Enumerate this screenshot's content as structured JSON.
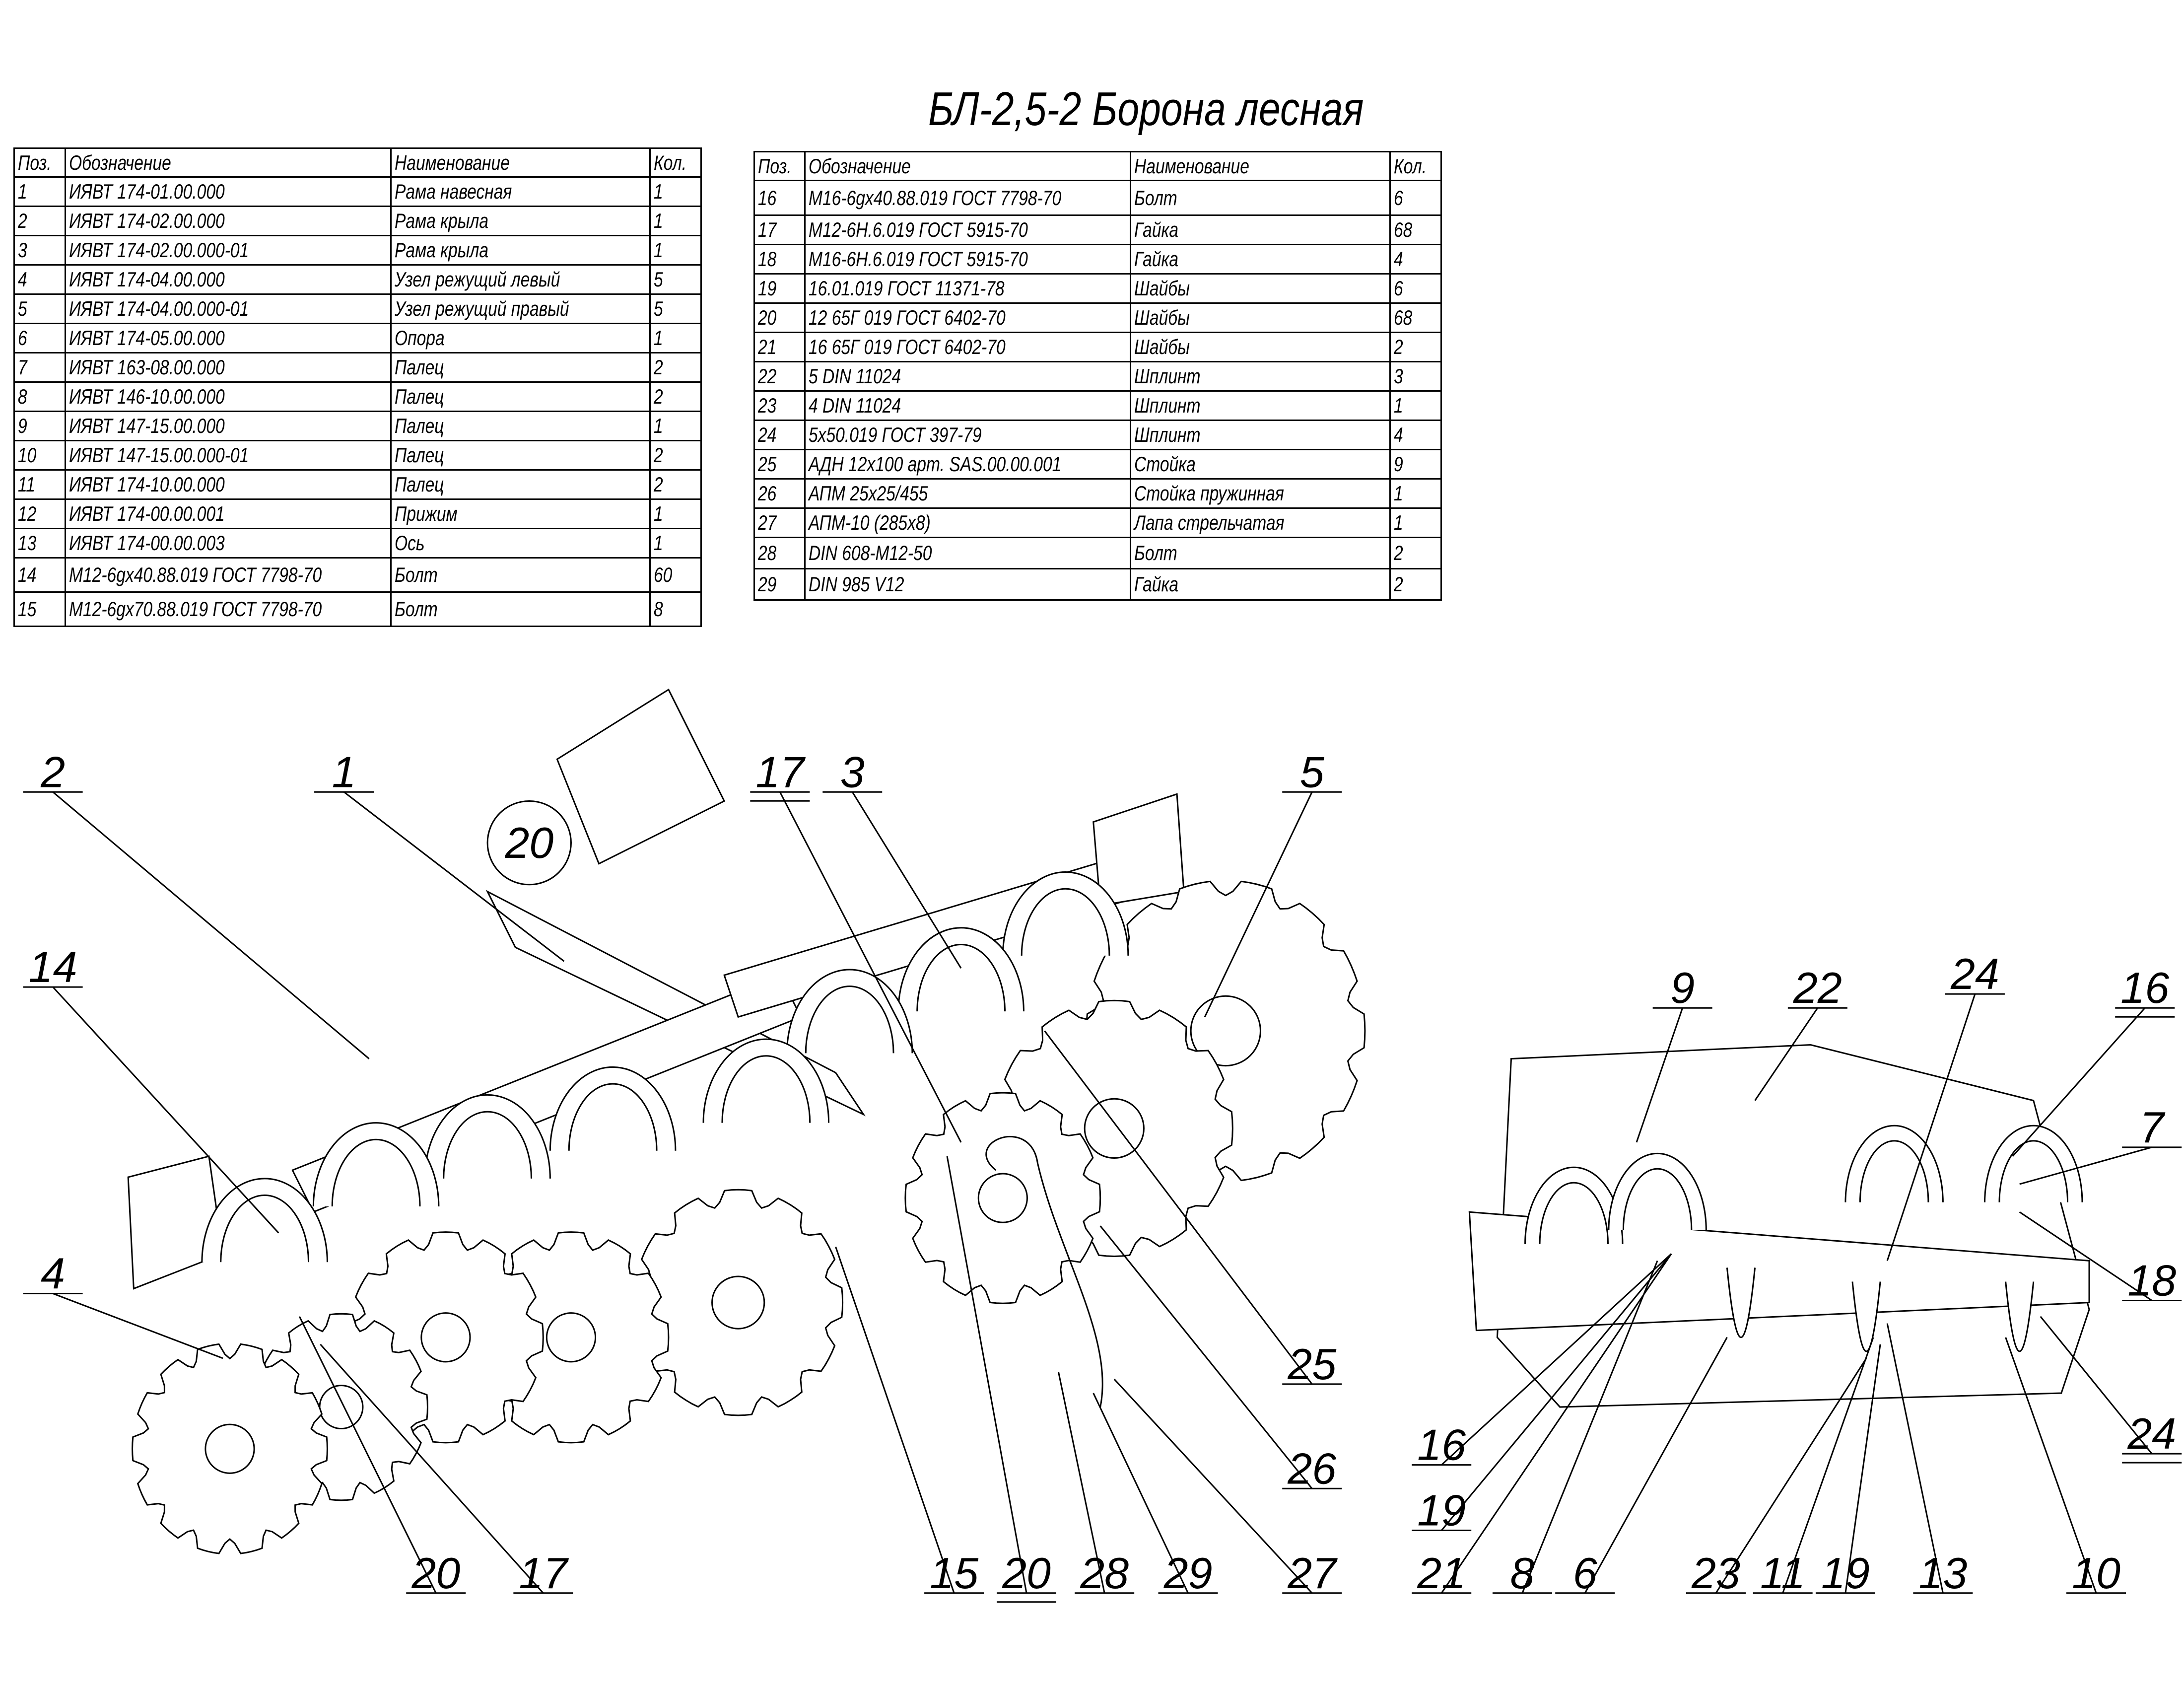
{
  "title": "БЛ-2,5-2 Борона лесная",
  "table_headers": {
    "pos": "Поз.",
    "designation": "Обозначение",
    "name": "Наименование",
    "qty": "Кол."
  },
  "parts_left": [
    {
      "pos": "1",
      "designation": "ИЯВТ 174-01.00.000",
      "name": "Рама навесная",
      "qty": "1"
    },
    {
      "pos": "2",
      "designation": "ИЯВТ 174-02.00.000",
      "name": "Рама крыла",
      "qty": "1"
    },
    {
      "pos": "3",
      "designation": "ИЯВТ 174-02.00.000-01",
      "name": "Рама крыла",
      "qty": "1"
    },
    {
      "pos": "4",
      "designation": "ИЯВТ 174-04.00.000",
      "name": "Узел режущий левый",
      "qty": "5"
    },
    {
      "pos": "5",
      "designation": "ИЯВТ 174-04.00.000-01",
      "name": "Узел режущий правый",
      "qty": "5"
    },
    {
      "pos": "6",
      "designation": "ИЯВТ 174-05.00.000",
      "name": "Опора",
      "qty": "1"
    },
    {
      "pos": "7",
      "designation": "ИЯВТ 163-08.00.000",
      "name": "Палец",
      "qty": "2"
    },
    {
      "pos": "8",
      "designation": "ИЯВТ 146-10.00.000",
      "name": "Палец",
      "qty": "2"
    },
    {
      "pos": "9",
      "designation": "ИЯВТ 147-15.00.000",
      "name": "Палец",
      "qty": "1"
    },
    {
      "pos": "10",
      "designation": "ИЯВТ 147-15.00.000-01",
      "name": "Палец",
      "qty": "2"
    },
    {
      "pos": "11",
      "designation": "ИЯВТ 174-10.00.000",
      "name": "Палец",
      "qty": "2"
    },
    {
      "pos": "12",
      "designation": "ИЯВТ 174-00.00.001",
      "name": "Прижим",
      "qty": "1"
    },
    {
      "pos": "13",
      "designation": "ИЯВТ 174-00.00.003",
      "name": "Ось",
      "qty": "1"
    },
    {
      "pos": "14",
      "designation": "М12-6gx40.88.019 ГОСТ 7798-70",
      "name": "Болт",
      "qty": "60"
    },
    {
      "pos": "15",
      "designation": "М12-6gx70.88.019 ГОСТ 7798-70",
      "name": "Болт",
      "qty": "8"
    }
  ],
  "parts_right": [
    {
      "pos": "16",
      "designation": "М16-6gx40.88.019 ГОСТ 7798-70",
      "name": "Болт",
      "qty": "6"
    },
    {
      "pos": "17",
      "designation": "М12-6Н.6.019 ГОСТ 5915-70",
      "name": "Гайка",
      "qty": "68"
    },
    {
      "pos": "18",
      "designation": "М16-6Н.6.019 ГОСТ 5915-70",
      "name": "Гайка",
      "qty": "4"
    },
    {
      "pos": "19",
      "designation": "16.01.019 ГОСТ 11371-78",
      "name": "Шайбы",
      "qty": "6"
    },
    {
      "pos": "20",
      "designation": "12 65Г 019 ГОСТ 6402-70",
      "name": "Шайбы",
      "qty": "68"
    },
    {
      "pos": "21",
      "designation": "16 65Г 019 ГОСТ 6402-70",
      "name": "Шайбы",
      "qty": "2"
    },
    {
      "pos": "22",
      "designation": "5 DIN 11024",
      "name": "Шплинт",
      "qty": "3"
    },
    {
      "pos": "23",
      "designation": "4 DIN 11024",
      "name": "Шплинт",
      "qty": "1"
    },
    {
      "pos": "24",
      "designation": "5x50.019 ГОСТ 397-79",
      "name": "Шплинт",
      "qty": "4"
    },
    {
      "pos": "25",
      "designation": "АДН 12x100 арт. SAS.00.00.001",
      "name": "Стойка",
      "qty": "9"
    },
    {
      "pos": "26",
      "designation": "АПМ 25x25/455",
      "name": "Стойка пружинная",
      "qty": "1"
    },
    {
      "pos": "27",
      "designation": "АПМ-10 (285x8)",
      "name": "Лапа стрельчатая",
      "qty": "1"
    },
    {
      "pos": "28",
      "designation": "DIN 608-М12-50",
      "name": "Болт",
      "qty": "2"
    },
    {
      "pos": "29",
      "designation": "DIN 985 V12",
      "name": "Гайка",
      "qty": "2"
    }
  ],
  "sign_label": "20",
  "callouts": [
    "2",
    "1",
    "17",
    "3",
    "5",
    "14",
    "4",
    "20",
    "17",
    "15",
    "20",
    "28",
    "29",
    "27",
    "26",
    "25",
    "9",
    "22",
    "24",
    "16",
    "7",
    "18",
    "24",
    "16",
    "19",
    "21",
    "8",
    "6",
    "23",
    "11",
    "19",
    "13",
    "10"
  ]
}
